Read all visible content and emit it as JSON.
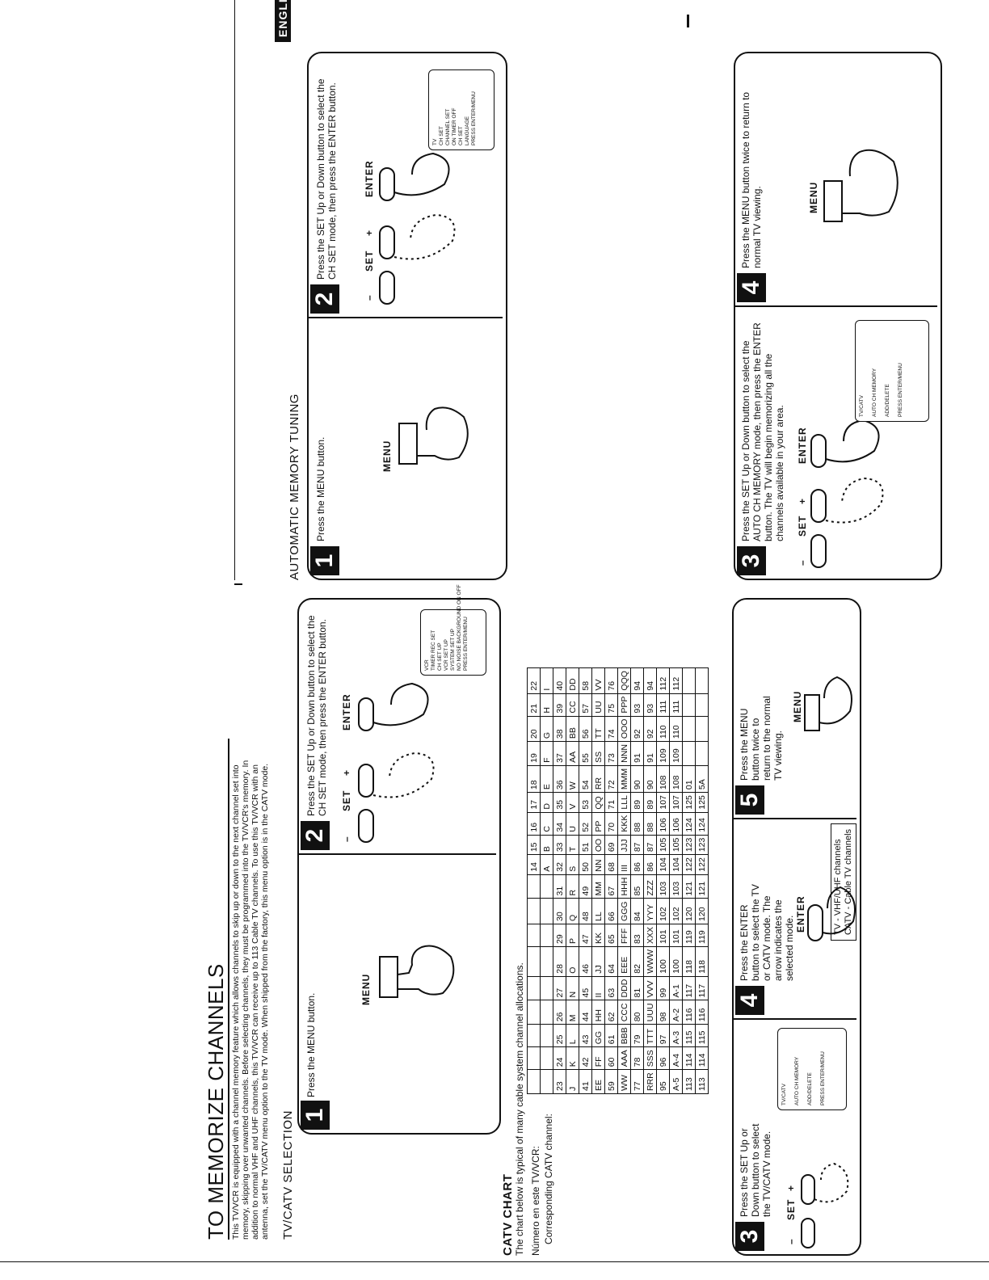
{
  "page": {
    "title": "TO MEMORIZE CHANNELS",
    "intro": "This TV/VCR is equipped with a channel memory feature which allows channels to skip up or down to the next channel set into memory, skipping over unwanted channels. Before selecting channels, they must be programmed into the TV/VCR's memory. In addition to normal VHF and UHF channels, this TV/VCR can receive up to 113 Cable TV channels. To use this TV/VCR with an antenna, set the TV/CATV menu option to the TV mode. When shipped from the factory, this menu option is in the CATV mode.",
    "language_tab": "ENGLISH"
  },
  "tvcatv": {
    "heading": "TV/CATV SELECTION",
    "steps": [
      {
        "n": "1",
        "text": "Press the MENU button."
      },
      {
        "n": "2",
        "text": "Press the SET Up or Down button to select the CH SET mode, then press the ENTER button."
      },
      {
        "n": "3",
        "text": "Press the SET Up or Down button to select the TV/CATV mode."
      },
      {
        "n": "4",
        "text": "Press the ENTER button to select the TV or CATV mode. The arrow indicates the selected mode."
      },
      {
        "n": "5",
        "text": "Press the MENU button twice to return to the normal TV viewing."
      }
    ],
    "legend": [
      "TV - VHF/UHF channels",
      "CATV - Cable TV channels"
    ]
  },
  "auto": {
    "heading": "AUTOMATIC MEMORY TUNING",
    "steps": [
      {
        "n": "1",
        "text": "Press the MENU button."
      },
      {
        "n": "2",
        "text": "Press the SET Up or Down button to select the CH SET mode, then press the ENTER button."
      },
      {
        "n": "3",
        "text": "Press the SET Up or Down button to select the AUTO CH MEMORY mode, then press the ENTER button. The TV will begin memorizing all the channels available in your area."
      },
      {
        "n": "4",
        "text": "Press the MENU button twice to return to normal TV viewing."
      }
    ]
  },
  "buttons": {
    "menu": "MENU",
    "enter": "ENTER",
    "set": "SET",
    "minus": "–",
    "plus": "+"
  },
  "screens": {
    "vcr_menu": [
      "VCR",
      "TIMER REC SET",
      "CH SET UP",
      "VCR SET UP",
      "SYSTEM SET UP",
      "NO NOISE BACKGROUND ON OFF",
      "PRESS ENTER/MENU"
    ],
    "tvcatv_menu": [
      "TV/CATV",
      "AUTO CH MEMORY",
      "ADD/DELETE",
      "PRESS ENTER/MENU"
    ],
    "chset_menu": [
      "TV/CATV",
      "AUTO CH MEMORY",
      "ADD/DELETE",
      "PRESS ENTER/MENU"
    ],
    "tv_menu": [
      "TV",
      "CH SET",
      "CHANNEL SET",
      "ON TIMER OFF",
      "CH SET",
      "LANGUAGE",
      "PRESS ENTER/MENU"
    ]
  },
  "catv": {
    "heading": "CATV CHART",
    "subheading": "The chart below is typical of many cable system channel allocations.",
    "label_row1": "Número en este TV/VCR:",
    "label_row2": "Corresponding CATV channel:",
    "rows": [
      [
        "",
        "",
        "",
        "",
        "",
        "",
        "",
        "",
        "",
        "14",
        "15",
        "16",
        "17",
        "18",
        "19",
        "20",
        "21",
        "22"
      ],
      [
        "",
        "",
        "",
        "",
        "",
        "",
        "",
        "",
        "",
        "A",
        "B",
        "C",
        "D",
        "E",
        "F",
        "G",
        "H",
        "I"
      ],
      [
        "23",
        "24",
        "25",
        "26",
        "27",
        "28",
        "29",
        "30",
        "31",
        "32",
        "33",
        "34",
        "35",
        "36",
        "37",
        "38",
        "39",
        "40"
      ],
      [
        "J",
        "K",
        "L",
        "M",
        "N",
        "O",
        "P",
        "Q",
        "R",
        "S",
        "T",
        "U",
        "V",
        "W",
        "AA",
        "BB",
        "CC",
        "DD"
      ],
      [
        "41",
        "42",
        "43",
        "44",
        "45",
        "46",
        "47",
        "48",
        "49",
        "50",
        "51",
        "52",
        "53",
        "54",
        "55",
        "56",
        "57",
        "58"
      ],
      [
        "EE",
        "FF",
        "GG",
        "HH",
        "II",
        "JJ",
        "KK",
        "LL",
        "MM",
        "NN",
        "OO",
        "PP",
        "QQ",
        "RR",
        "SS",
        "TT",
        "UU",
        "VV"
      ],
      [
        "59",
        "60",
        "61",
        "62",
        "63",
        "64",
        "65",
        "66",
        "67",
        "68",
        "69",
        "70",
        "71",
        "72",
        "73",
        "74",
        "75",
        "76"
      ],
      [
        "WW",
        "AAA",
        "BBB",
        "CCC",
        "DDD",
        "EEE",
        "FFF",
        "GGG",
        "HHH",
        "III",
        "JJJ",
        "KKK",
        "LLL",
        "MMM",
        "NNN",
        "OOO",
        "PPP",
        "QQQ"
      ],
      [
        "77",
        "78",
        "79",
        "80",
        "81",
        "82",
        "83",
        "84",
        "85",
        "86",
        "87",
        "88",
        "89",
        "90",
        "91",
        "92",
        "93",
        "94"
      ],
      [
        "RRR",
        "SSS",
        "TTT",
        "UUU",
        "VVV",
        "WWW",
        "XXX",
        "YYY",
        "ZZZ",
        "86",
        "87",
        "88",
        "89",
        "90",
        "91",
        "92",
        "93",
        "94"
      ],
      [
        "95",
        "96",
        "97",
        "98",
        "99",
        "100",
        "101",
        "102",
        "103",
        "104",
        "105",
        "106",
        "107",
        "108",
        "109",
        "110",
        "111",
        "112"
      ],
      [
        "A-5",
        "A-4",
        "A-3",
        "A-2",
        "A-1",
        "100",
        "101",
        "102",
        "103",
        "104",
        "105",
        "106",
        "107",
        "108",
        "109",
        "110",
        "111",
        "112"
      ],
      [
        "113",
        "114",
        "115",
        "116",
        "117",
        "118",
        "119",
        "120",
        "121",
        "122",
        "123",
        "124",
        "125",
        "01",
        "",
        "",
        "",
        ""
      ],
      [
        "113",
        "114",
        "115",
        "116",
        "117",
        "118",
        "119",
        "120",
        "121",
        "122",
        "123",
        "124",
        "125",
        "5A",
        "",
        "",
        "",
        ""
      ]
    ]
  }
}
